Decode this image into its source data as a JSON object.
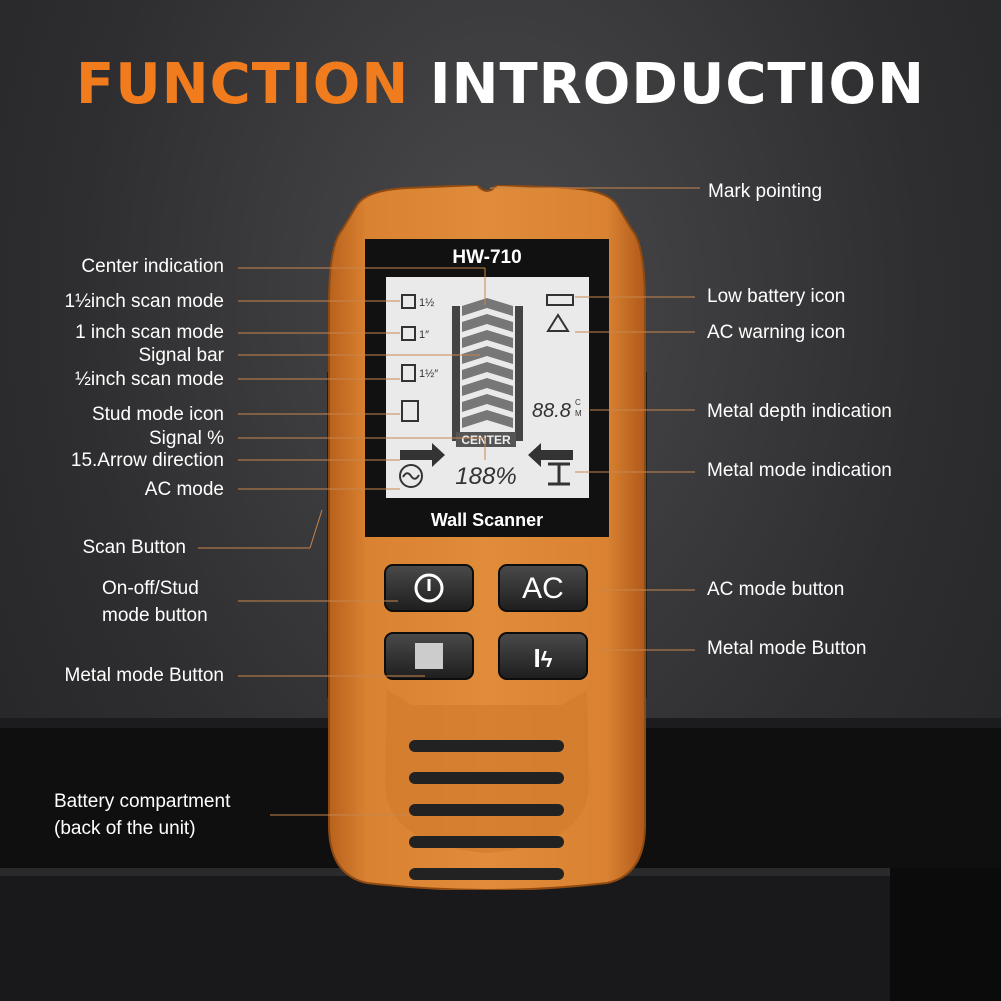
{
  "title": {
    "part1": "FUNCTION",
    "part2": "INTRODUCTION"
  },
  "device": {
    "model": "HW-710",
    "name": "Wall Scanner",
    "center_text": "CENTER",
    "signal_text": "188%",
    "depth_text": "88.8",
    "depth_unit_c": "C",
    "depth_unit_m": "M",
    "scan_1_5": "1½",
    "scan_1": "1″",
    "scan_0_5": "1½″",
    "ac_button": "AC"
  },
  "labels_left": [
    "Center indication",
    "1½inch scan mode",
    "1 inch scan mode",
    "Signal bar",
    "½inch scan mode",
    "Stud mode icon",
    "Signal %",
    "15.Arrow direction",
    "AC mode",
    "Scan Button",
    "On-off/Stud",
    "mode button",
    "Metal mode Button",
    "Battery compartment",
    "(back of the unit)"
  ],
  "labels_right": [
    "Mark pointing",
    "Low battery icon",
    "AC warning icon",
    "Metal depth indication",
    "Metal mode indication",
    "AC mode button",
    "Metal mode Button"
  ],
  "colors": {
    "accent": "#f07c1e",
    "body": "#d27a2a",
    "background": "#2e2e30"
  }
}
